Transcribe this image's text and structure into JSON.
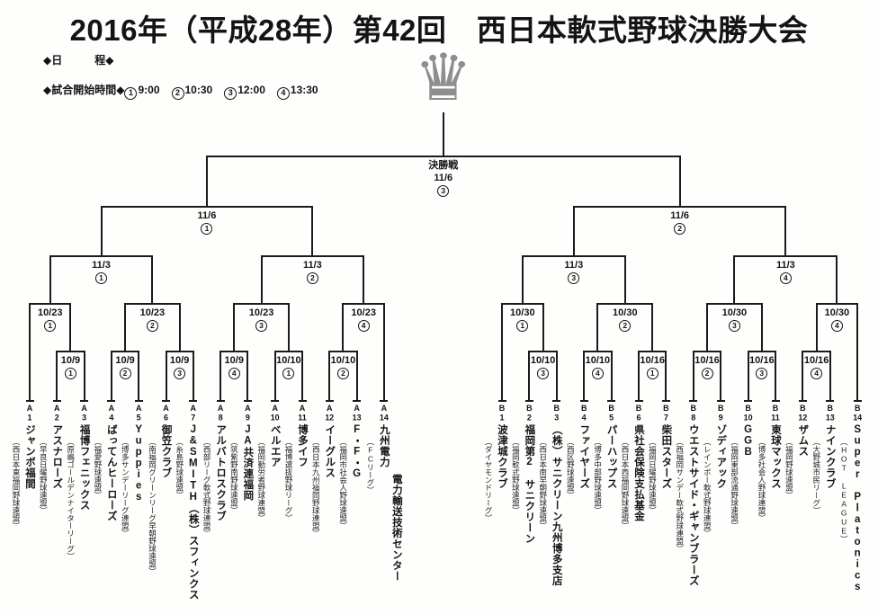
{
  "page": {
    "title": "2016年（平成28年）第42回　西日本軟式野球決勝大会",
    "schedule_heading": "◆日　　　程◆",
    "start_time_heading": "◆試合開始時間◆",
    "crown_icon": "♛"
  },
  "start_times": [
    {
      "num": "1",
      "time": "9:00"
    },
    {
      "num": "2",
      "time": "10:30"
    },
    {
      "num": "3",
      "time": "12:00"
    },
    {
      "num": "4",
      "time": "13:30"
    }
  ],
  "teams": [
    {
      "code": "A1",
      "name": "ジャンボ福間",
      "league": "（西日本東福岡野球連盟）"
    },
    {
      "code": "A2",
      "name": "アスナローズ",
      "league": "（早良日曜野球連盟）"
    },
    {
      "code": "A3",
      "name": "福博フェニックス",
      "league": "（原嶋ゴールデンナイターリーグ）"
    },
    {
      "code": "A4",
      "name": "ばってんヒーローズ",
      "league": "（福愛野球連盟）"
    },
    {
      "code": "A5",
      "name": "Yuppies",
      "league": "（博多サンデーリーグ連盟）"
    },
    {
      "code": "A6",
      "name": "御笠クラブ",
      "league": "（南福岡グリーンリーグ早朝野球連盟）"
    },
    {
      "code": "A7",
      "name": "J&SMITH（株）スフィンクス",
      "league": "（糸島野球連盟）"
    },
    {
      "code": "A8",
      "name": "アルバトロスクラブ",
      "league": "（西部リーグ軟式野球連盟）"
    },
    {
      "code": "A9",
      "name": "JA共済連福岡",
      "league": "（筑紫野南野球連盟）"
    },
    {
      "code": "A10",
      "name": "ベルエア",
      "league": "（福岡勤労者野球連盟）"
    },
    {
      "code": "A11",
      "name": "博多イフ",
      "league": "（福博選抜野球リーグ）"
    },
    {
      "code": "A12",
      "name": "イーグルス",
      "league": "（西日本九州福岡野球連盟）"
    },
    {
      "code": "A13",
      "name": "F・F・G",
      "league": "（福岡市社会人野球連盟）"
    },
    {
      "code": "A14",
      "name": "九州電力",
      "name2": "電力輸送技術センター",
      "league": "（FCリーグ）"
    },
    {
      "code": "B1",
      "name": "波津城クラブ",
      "league": "（ダイヤモンドリーグ）"
    },
    {
      "code": "B2",
      "name": "福岡第2 サニクリーン",
      "league": "（福岡軟式野球連盟）"
    },
    {
      "code": "B3",
      "name": "（株）サニクリーン九州博多支店",
      "league": "（西日本南早朝野球連盟）"
    },
    {
      "code": "B4",
      "name": "ファイヤーズ",
      "league": "（西区野球連盟）"
    },
    {
      "code": "B5",
      "name": "パーハップス",
      "league": "（博多中部野球連盟）"
    },
    {
      "code": "B6",
      "name": "県社会保険支払基金",
      "league": "（西日本西福岡野球連盟）"
    },
    {
      "code": "B7",
      "name": "柴田スターズ",
      "league": "（福岡日曜野球連盟）"
    },
    {
      "code": "B8",
      "name": "ウエストサイド・ギャンブラーズ",
      "league": "（西福岡サンデー軟式野球連盟）"
    },
    {
      "code": "B9",
      "name": "ゾディアック",
      "league": "（レインボー軟式野球連盟）"
    },
    {
      "code": "B10",
      "name": "GGB",
      "league": "（福岡東部流通野球連盟）"
    },
    {
      "code": "B11",
      "name": "東球マックス",
      "league": "（博多社会人野球連盟）"
    },
    {
      "code": "B12",
      "name": "ザムス",
      "league": "（福岡野球連盟）"
    },
    {
      "code": "B13",
      "name": "ナインクラブ",
      "league": "（大野城市民リーグ）"
    },
    {
      "code": "B14",
      "name": "Super Platonics",
      "league": "（HOT LEAGUE）"
    }
  ],
  "matches": [
    {
      "id": "L1",
      "round": 0,
      "date": "10/9",
      "num": "1",
      "slots": [
        "A2",
        "A3"
      ]
    },
    {
      "id": "L2",
      "round": 0,
      "date": "10/9",
      "num": "2",
      "slots": [
        "A4",
        "A5"
      ]
    },
    {
      "id": "L3",
      "round": 0,
      "date": "10/9",
      "num": "3",
      "slots": [
        "A6",
        "A7"
      ]
    },
    {
      "id": "L4",
      "round": 0,
      "date": "10/9",
      "num": "4",
      "slots": [
        "A8",
        "A9"
      ]
    },
    {
      "id": "L5",
      "round": 0,
      "date": "10/10",
      "num": "1",
      "slots": [
        "A10",
        "A11"
      ]
    },
    {
      "id": "L6",
      "round": 0,
      "date": "10/10",
      "num": "2",
      "slots": [
        "A12",
        "A13"
      ]
    },
    {
      "id": "R1",
      "round": 0,
      "date": "10/10",
      "num": "3",
      "slots": [
        "B2",
        "B3"
      ]
    },
    {
      "id": "R2",
      "round": 0,
      "date": "10/10",
      "num": "4",
      "slots": [
        "B4",
        "B5"
      ]
    },
    {
      "id": "R3",
      "round": 0,
      "date": "10/16",
      "num": "1",
      "slots": [
        "B6",
        "B7"
      ]
    },
    {
      "id": "R4",
      "round": 0,
      "date": "10/16",
      "num": "2",
      "slots": [
        "B8",
        "B9"
      ]
    },
    {
      "id": "R5",
      "round": 0,
      "date": "10/16",
      "num": "3",
      "slots": [
        "B10",
        "B11"
      ]
    },
    {
      "id": "R6",
      "round": 0,
      "date": "10/16",
      "num": "4",
      "slots": [
        "B12",
        "B13"
      ]
    },
    {
      "id": "L7",
      "round": 1,
      "date": "10/23",
      "num": "1",
      "slots": [
        "A1",
        "L1"
      ]
    },
    {
      "id": "L8",
      "round": 1,
      "date": "10/23",
      "num": "2",
      "slots": [
        "L2",
        "L3"
      ]
    },
    {
      "id": "L9",
      "round": 1,
      "date": "10/23",
      "num": "3",
      "slots": [
        "L4",
        "L5"
      ]
    },
    {
      "id": "L10",
      "round": 1,
      "date": "10/23",
      "num": "4",
      "slots": [
        "L6",
        "A14"
      ]
    },
    {
      "id": "R7",
      "round": 1,
      "date": "10/30",
      "num": "1",
      "slots": [
        "B1",
        "R1"
      ]
    },
    {
      "id": "R8",
      "round": 1,
      "date": "10/30",
      "num": "2",
      "slots": [
        "R2",
        "R3"
      ]
    },
    {
      "id": "R9",
      "round": 1,
      "date": "10/30",
      "num": "3",
      "slots": [
        "R4",
        "R5"
      ]
    },
    {
      "id": "R10",
      "round": 1,
      "date": "10/30",
      "num": "4",
      "slots": [
        "R6",
        "B14"
      ]
    },
    {
      "id": "L11",
      "round": 2,
      "date": "11/3",
      "num": "1",
      "slots": [
        "L7",
        "L8"
      ]
    },
    {
      "id": "L12",
      "round": 2,
      "date": "11/3",
      "num": "2",
      "slots": [
        "L9",
        "L10"
      ]
    },
    {
      "id": "R11",
      "round": 2,
      "date": "11/3",
      "num": "3",
      "slots": [
        "R7",
        "R8"
      ]
    },
    {
      "id": "R12",
      "round": 2,
      "date": "11/3",
      "num": "4",
      "slots": [
        "R9",
        "R10"
      ]
    },
    {
      "id": "L13",
      "round": 3,
      "date": "11/6",
      "num": "1",
      "slots": [
        "L11",
        "L12"
      ]
    },
    {
      "id": "R13",
      "round": 3,
      "date": "11/6",
      "num": "2",
      "slots": [
        "R11",
        "R12"
      ]
    },
    {
      "id": "F",
      "round": 4,
      "name": "決勝戦",
      "date": "11/6",
      "num": "3",
      "slots": [
        "L13",
        "R13"
      ]
    }
  ]
}
